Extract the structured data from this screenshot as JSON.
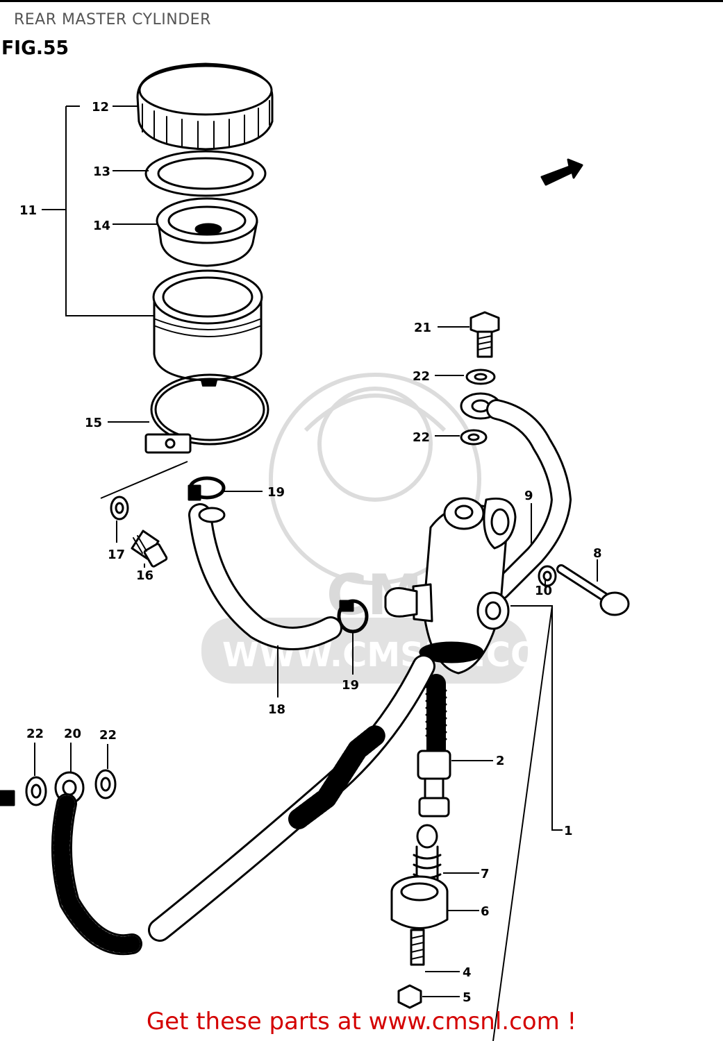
{
  "header": {
    "title": "REAR MASTER CYLINDER",
    "figure": "FIG.55"
  },
  "watermark": {
    "text": "WWW.CMSNL.COM",
    "logo_text": "CMS"
  },
  "callouts": {
    "p1": "1",
    "p2": "2",
    "p4": "4",
    "p5": "5",
    "p6": "6",
    "p7": "7",
    "p8": "8",
    "p9": "9",
    "p10": "10",
    "p11": "11",
    "p12": "12",
    "p13": "13",
    "p14": "14",
    "p15": "15",
    "p16": "16",
    "p17": "17",
    "p18": "18",
    "p19a": "19",
    "p19b": "19",
    "p20": "20",
    "p21": "21",
    "p22a": "22",
    "p22b": "22",
    "p22c": "22",
    "p22d": "22"
  },
  "footer": {
    "text": "Get these parts at www.cmsnl.com !"
  },
  "colors": {
    "line": "#000000",
    "watermark": "#d8d8d8",
    "footer": "#d40000",
    "title": "#555555"
  }
}
